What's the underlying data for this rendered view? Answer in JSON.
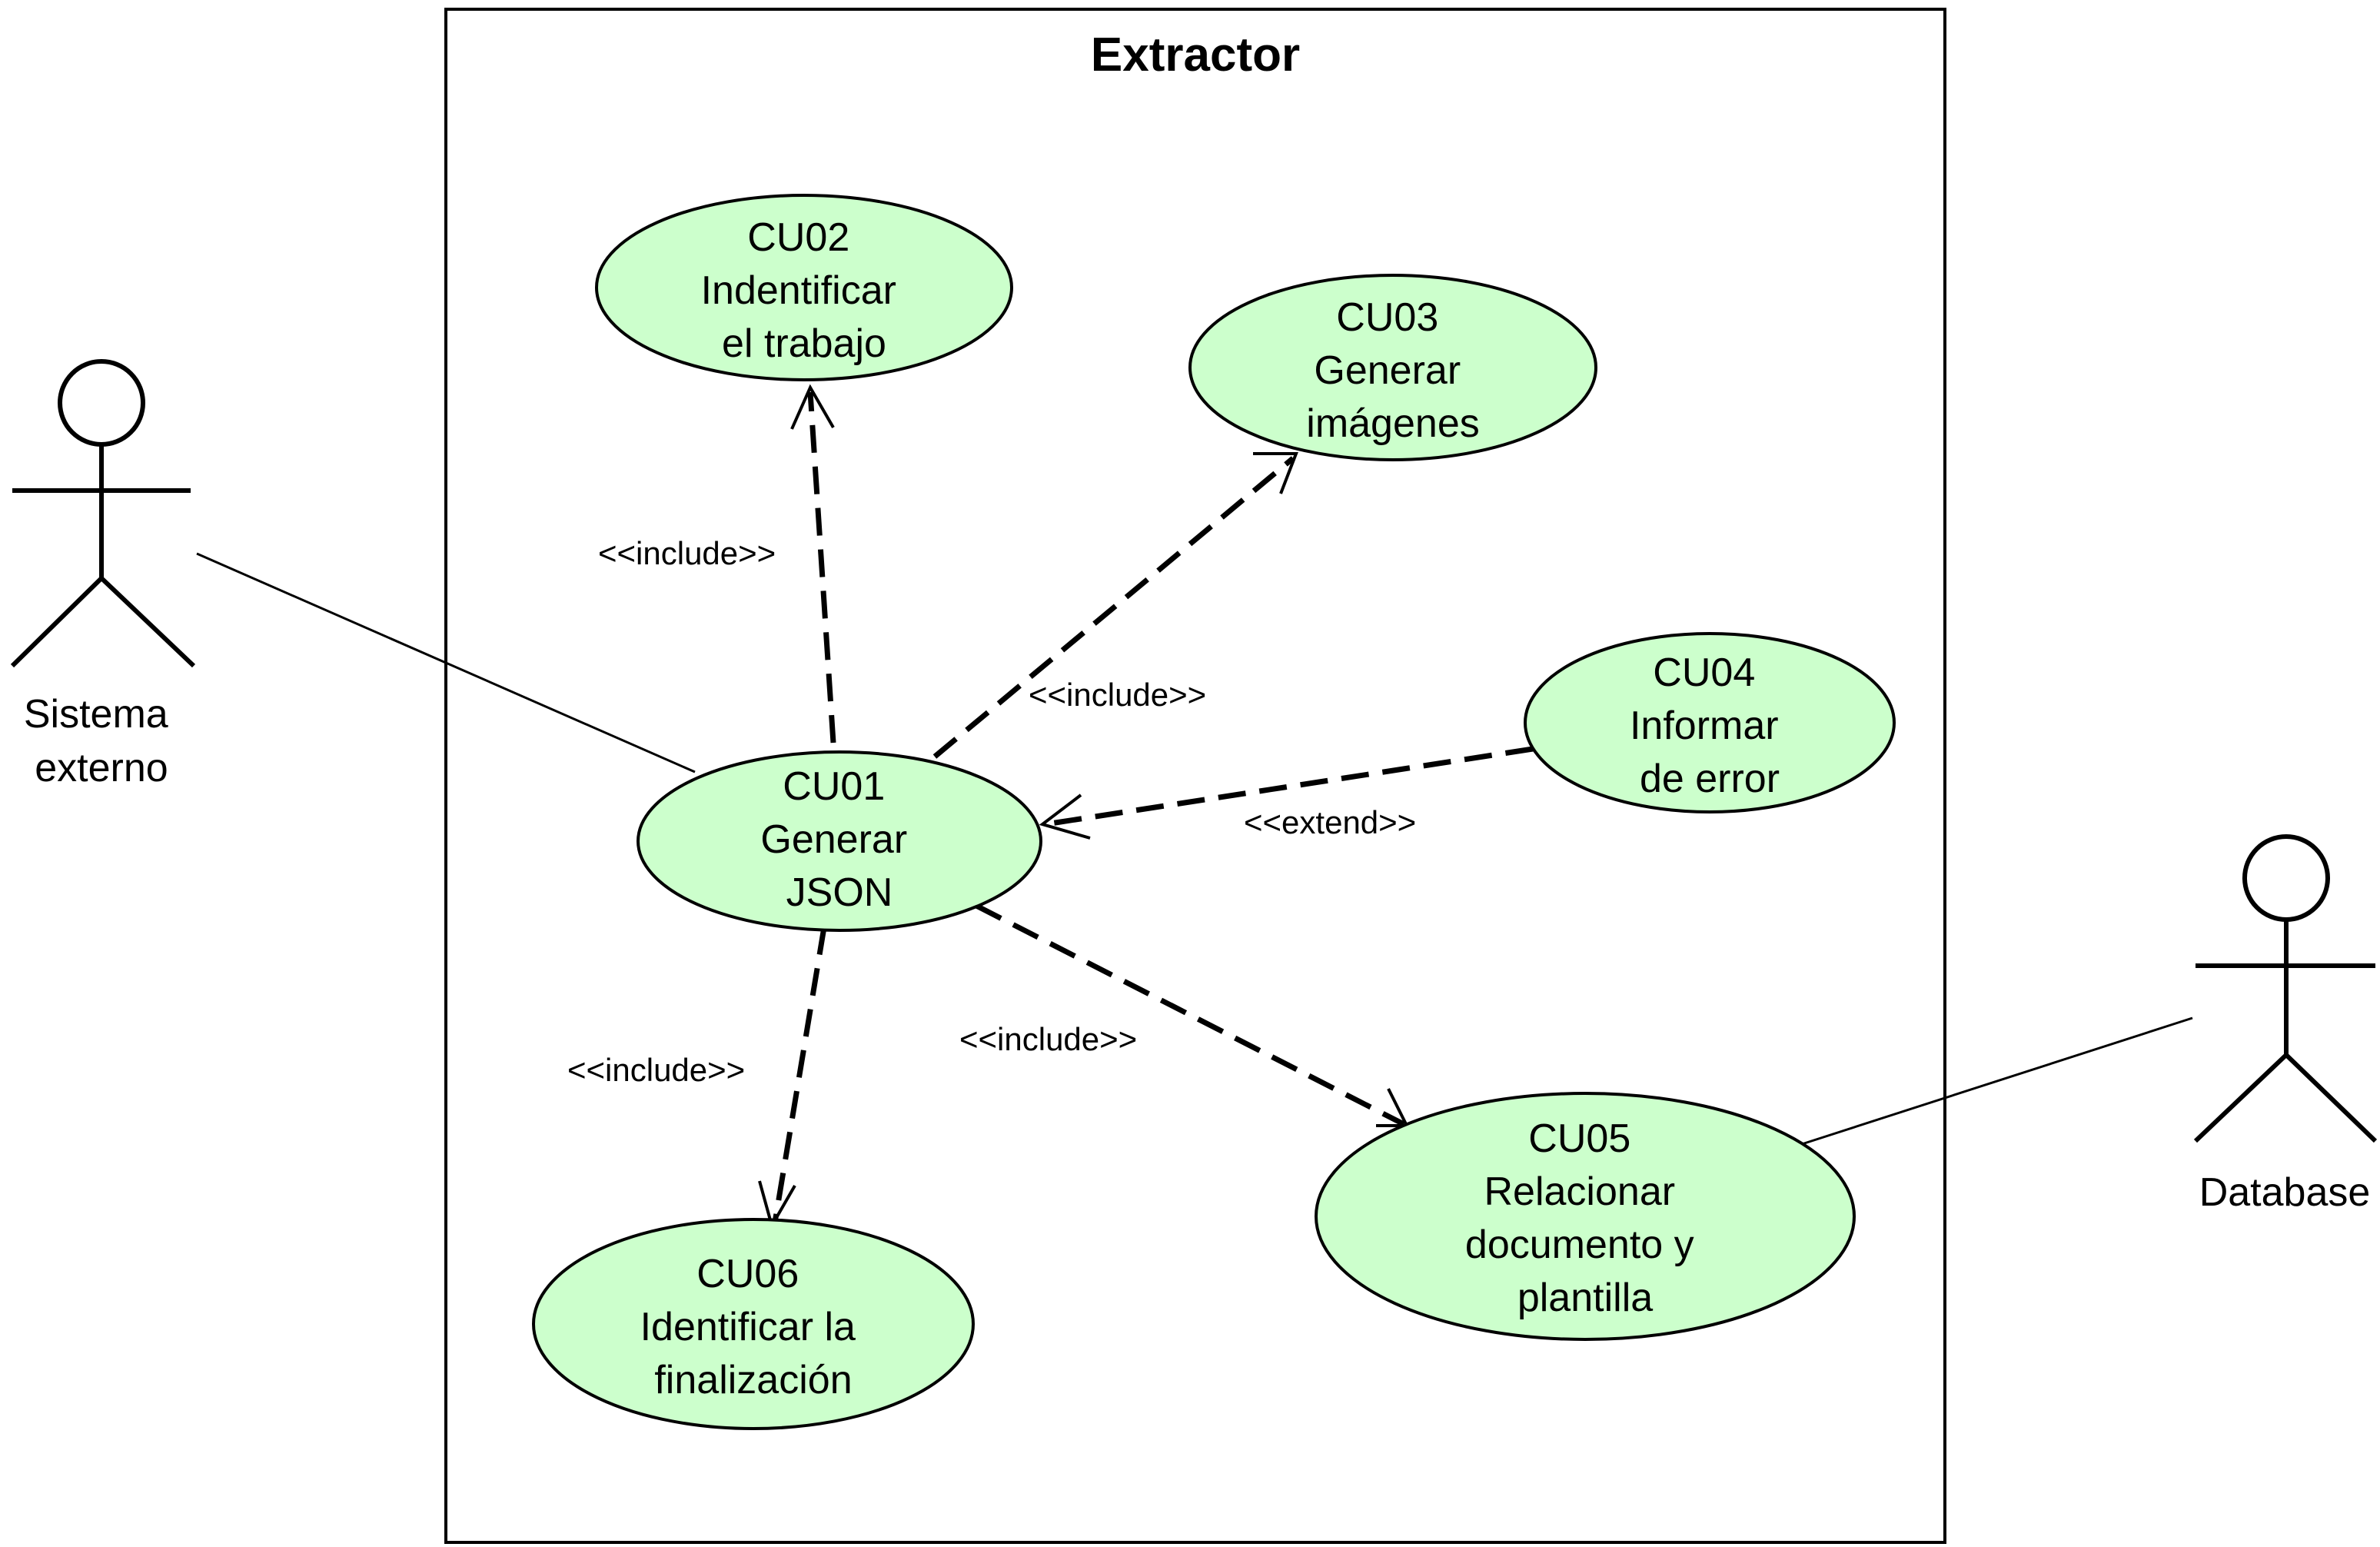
{
  "system_boundary": {
    "title": "Extractor"
  },
  "colors": {
    "use_case_fill": "#ccffcc",
    "line": "#000000",
    "background": "#ffffff"
  },
  "actors": [
    {
      "id": "sistema_externo",
      "lines": [
        "Sistema",
        "externo"
      ]
    },
    {
      "id": "database",
      "lines": [
        "Database"
      ]
    }
  ],
  "use_cases": [
    {
      "id": "CU01",
      "lines": [
        "CU01",
        "Generar",
        "JSON"
      ]
    },
    {
      "id": "CU02",
      "lines": [
        "CU02",
        "Indentificar",
        "el trabajo"
      ]
    },
    {
      "id": "CU03",
      "lines": [
        "CU03",
        "Generar",
        "imágenes"
      ]
    },
    {
      "id": "CU04",
      "lines": [
        "CU04",
        "Informar",
        "de error"
      ]
    },
    {
      "id": "CU05",
      "lines": [
        "CU05",
        "Relacionar",
        "documento y",
        "plantilla"
      ]
    },
    {
      "id": "CU06",
      "lines": [
        "CU06",
        "Identificar la",
        "finalización"
      ]
    }
  ],
  "relationships": [
    {
      "from": "CU01",
      "to": "CU02",
      "stereotype": "<<include>>"
    },
    {
      "from": "CU01",
      "to": "CU03",
      "stereotype": "<<include>>"
    },
    {
      "from": "CU04",
      "to": "CU01",
      "stereotype": "<<extend>>"
    },
    {
      "from": "CU01",
      "to": "CU05",
      "stereotype": "<<include>>"
    },
    {
      "from": "CU01",
      "to": "CU06",
      "stereotype": "<<include>>"
    }
  ],
  "associations": [
    {
      "actor": "sistema_externo",
      "use_case": "CU01"
    },
    {
      "actor": "database",
      "use_case": "CU05"
    }
  ]
}
